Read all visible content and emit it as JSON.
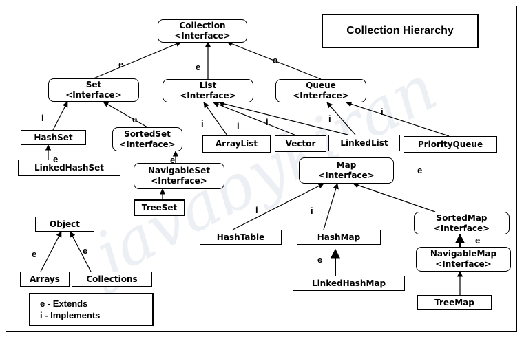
{
  "title": "Collection Hierarchy",
  "watermark": "javabykiran",
  "legend": {
    "extends": "e - Extends",
    "implements": "i - Implements"
  },
  "nodes": {
    "collection": [
      "Collection",
      "<Interface>"
    ],
    "set": [
      "Set",
      "<Interface>"
    ],
    "list": [
      "List",
      "<Interface>"
    ],
    "queue": [
      "Queue",
      "<Interface>"
    ],
    "hashset": [
      "HashSet"
    ],
    "linkedhashset": [
      "LinkedHashSet"
    ],
    "sortedset": [
      "SortedSet",
      "<Interface>"
    ],
    "navigableset": [
      "NavigableSet",
      "<Interface>"
    ],
    "treeset": [
      "TreeSet"
    ],
    "arraylist": [
      "ArrayList"
    ],
    "vector": [
      "Vector"
    ],
    "linkedlist": [
      "LinkedList"
    ],
    "priorityqueue": [
      "PriorityQueue"
    ],
    "map": [
      "Map",
      "<Interface>"
    ],
    "hashtable": [
      "HashTable"
    ],
    "hashmap": [
      "HashMap"
    ],
    "linkedhashmap": [
      "LinkedHashMap"
    ],
    "sortedmap": [
      "SortedMap",
      "<Interface>"
    ],
    "navigablemap": [
      "NavigableMap",
      "<Interface>"
    ],
    "treemap": [
      "TreeMap"
    ],
    "object": [
      "Object"
    ],
    "arrays": [
      "Arrays"
    ],
    "collections": [
      "Collections"
    ]
  },
  "edges": [
    {
      "from": "set",
      "to": "collection",
      "label": "e"
    },
    {
      "from": "list",
      "to": "collection",
      "label": "e"
    },
    {
      "from": "queue",
      "to": "collection",
      "label": "e"
    },
    {
      "from": "hashset",
      "to": "set",
      "label": "i"
    },
    {
      "from": "sortedset",
      "to": "set",
      "label": "e"
    },
    {
      "from": "linkedhashset",
      "to": "hashset",
      "label": "e"
    },
    {
      "from": "navigableset",
      "to": "sortedset",
      "label": "e"
    },
    {
      "from": "treeset",
      "to": "navigableset",
      "label": ""
    },
    {
      "from": "arraylist",
      "to": "list",
      "label": "i"
    },
    {
      "from": "vector",
      "to": "list",
      "label": "i"
    },
    {
      "from": "linkedlist",
      "to": "list",
      "label": "i"
    },
    {
      "from": "linkedlist",
      "to": "queue",
      "label": "i"
    },
    {
      "from": "priorityqueue",
      "to": "queue",
      "label": "i"
    },
    {
      "from": "hashtable",
      "to": "map",
      "label": "i"
    },
    {
      "from": "hashmap",
      "to": "map",
      "label": "i"
    },
    {
      "from": "sortedmap",
      "to": "map",
      "label": "e"
    },
    {
      "from": "linkedhashmap",
      "to": "hashmap",
      "label": "e"
    },
    {
      "from": "navigablemap",
      "to": "sortedmap",
      "label": "e"
    },
    {
      "from": "treemap",
      "to": "navigablemap",
      "label": ""
    },
    {
      "from": "arrays",
      "to": "object",
      "label": "e"
    },
    {
      "from": "collections",
      "to": "object",
      "label": "e"
    }
  ]
}
